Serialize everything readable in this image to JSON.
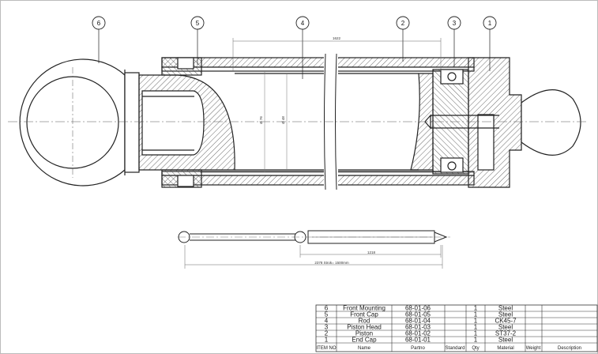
{
  "balloons": [
    {
      "label": "6"
    },
    {
      "label": "5"
    },
    {
      "label": "4"
    },
    {
      "label": "2"
    },
    {
      "label": "3"
    },
    {
      "label": "1"
    }
  ],
  "dimensions": {
    "top_length": "1622",
    "bore_dia": "Ø 76",
    "rod_dia": "Ø 48",
    "bottom_partial": "1218",
    "bottom_total": "2378  Strok= 1500mm"
  },
  "bom": {
    "headers": {
      "item_no": "ITEM NO",
      "name": "Name",
      "partno": "Partno",
      "standard": "Standard",
      "qty": "Qty",
      "material": "Material",
      "weight": "Weight",
      "description": "Description"
    },
    "rows": [
      {
        "item": "6",
        "name": "Front Mounting",
        "partno": "68-01-06",
        "standard": "",
        "qty": "1",
        "material": "Steel",
        "weight": "",
        "description": ""
      },
      {
        "item": "5",
        "name": "Front Cap",
        "partno": "68-01-05",
        "standard": "",
        "qty": "1",
        "material": "Steel",
        "weight": "",
        "description": ""
      },
      {
        "item": "4",
        "name": "Rod",
        "partno": "68-01-04",
        "standard": "",
        "qty": "1",
        "material": "CK45-7",
        "weight": "",
        "description": ""
      },
      {
        "item": "3",
        "name": "Piston Head",
        "partno": "68-01-03",
        "standard": "",
        "qty": "1",
        "material": "Steel",
        "weight": "",
        "description": ""
      },
      {
        "item": "2",
        "name": "Piston",
        "partno": "68-01-02",
        "standard": "",
        "qty": "1",
        "material": "ST37-2",
        "weight": "",
        "description": ""
      },
      {
        "item": "1",
        "name": "End Cap",
        "partno": "68-01-01",
        "standard": "",
        "qty": "1",
        "material": "Steel",
        "weight": "",
        "description": ""
      }
    ]
  }
}
